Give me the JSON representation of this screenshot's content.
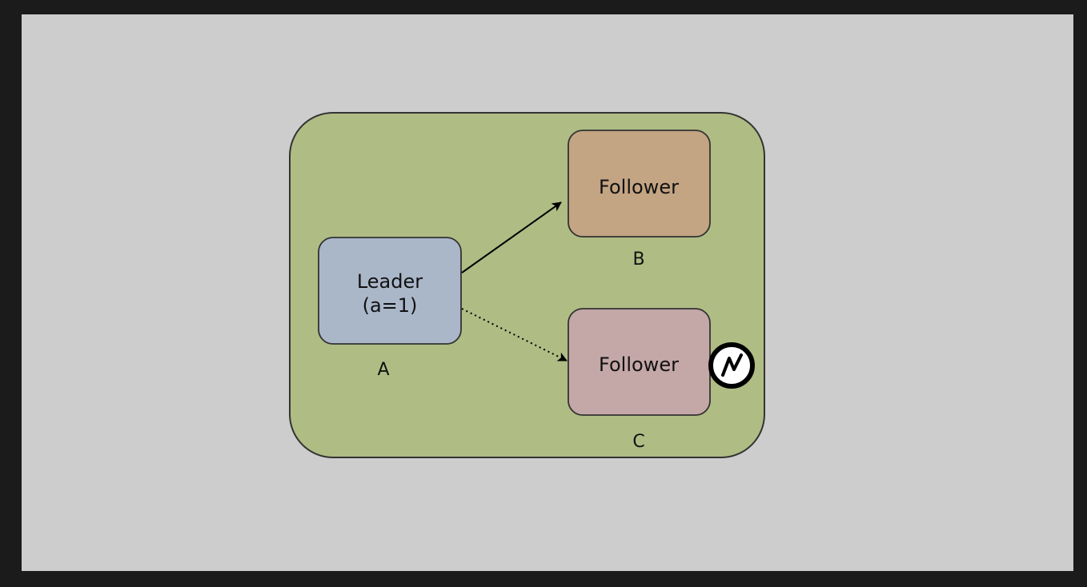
{
  "nodes": {
    "leader": {
      "line1": "Leader",
      "line2": "(a=1)",
      "caption": "A",
      "color": "#aab7c9"
    },
    "follower_b": {
      "label": "Follower",
      "caption": "B",
      "color": "#c3a483"
    },
    "follower_c": {
      "label": "Follower",
      "caption": "C",
      "color": "#c4a7a7"
    }
  },
  "cluster": {
    "color": "#afbc84"
  },
  "links": [
    {
      "from": "A",
      "to": "B",
      "style": "solid"
    },
    {
      "from": "A",
      "to": "C",
      "style": "dotted"
    }
  ],
  "failure_badge": {
    "icon": "lightning-bolt-icon"
  }
}
